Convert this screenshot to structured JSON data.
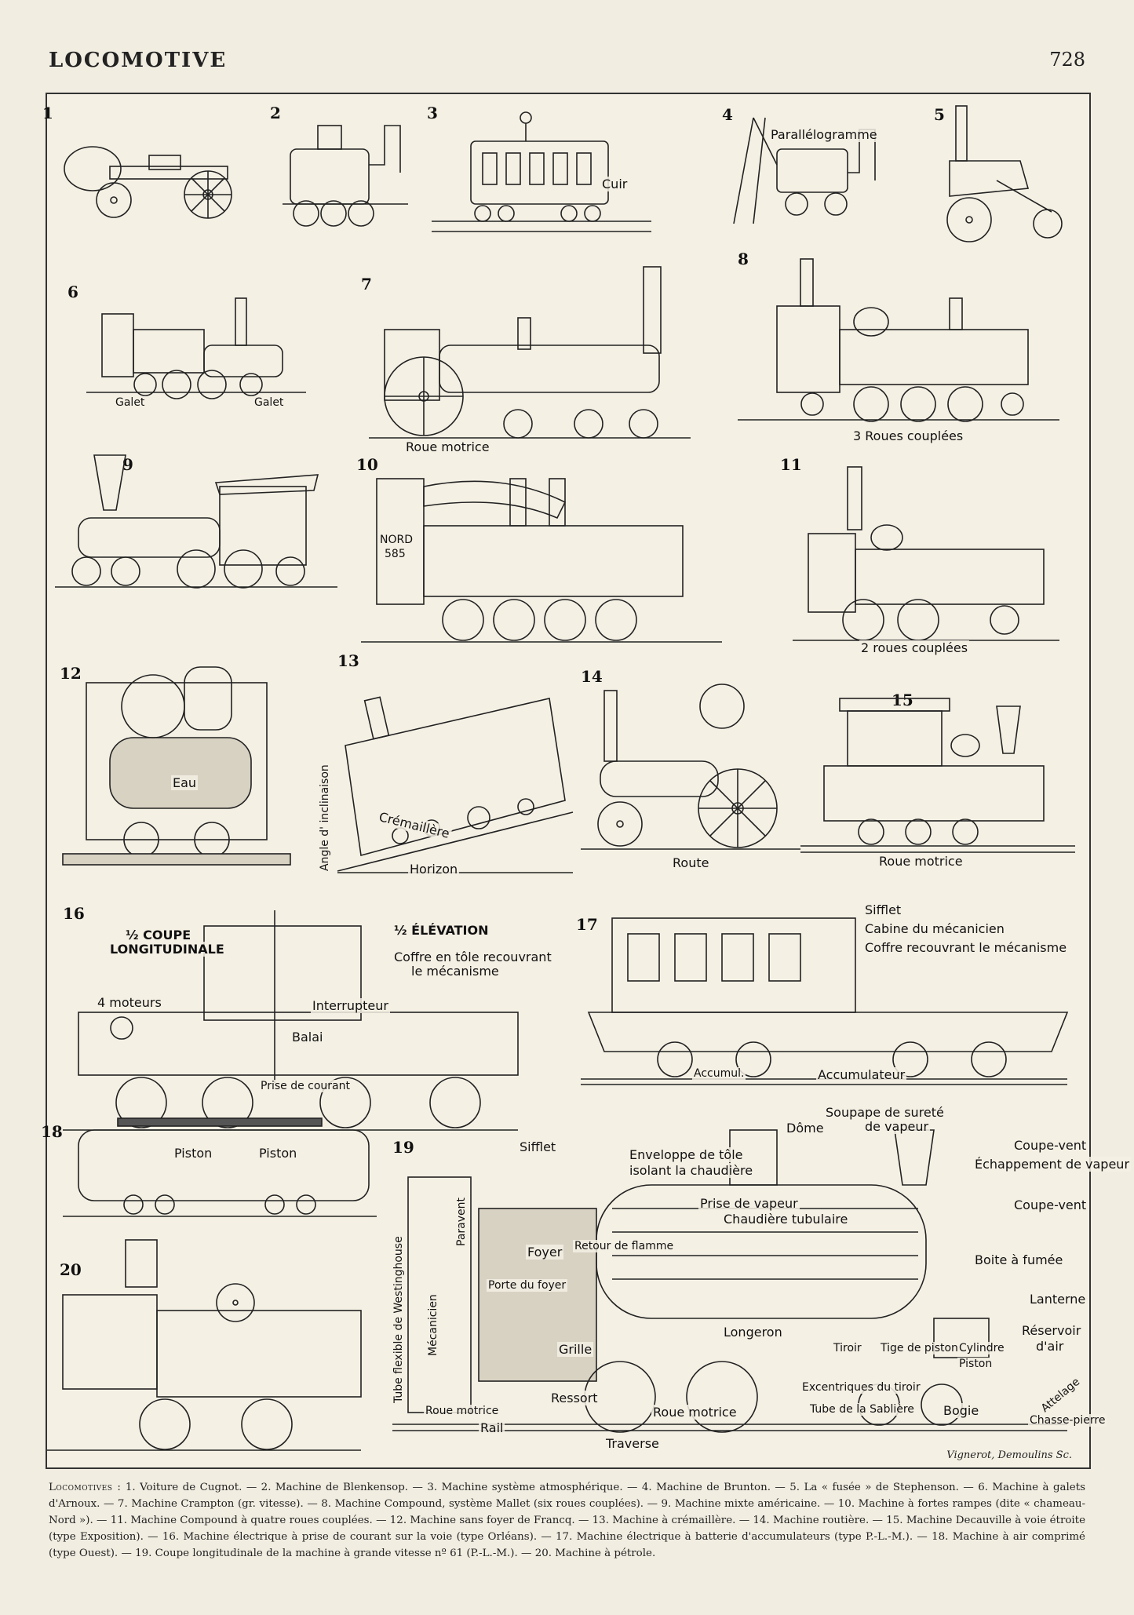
{
  "header": {
    "title": "LOCOMOTIVE",
    "page_number": "728"
  },
  "figures": {
    "f1": {
      "num": "1"
    },
    "f2": {
      "num": "2"
    },
    "f3": {
      "num": "3",
      "labels": [
        "Cuir"
      ]
    },
    "f4": {
      "num": "4",
      "labels": [
        "Parallélogramme"
      ]
    },
    "f5": {
      "num": "5"
    },
    "f6": {
      "num": "6",
      "labels": [
        "Galet",
        "Galet"
      ]
    },
    "f7": {
      "num": "7",
      "labels": [
        "Roue motrice"
      ]
    },
    "f8": {
      "num": "8",
      "labels": [
        "3 Roues couplées"
      ]
    },
    "f9": {
      "num": "9"
    },
    "f10": {
      "num": "10",
      "labels": [
        "NORD",
        "585"
      ]
    },
    "f11": {
      "num": "11",
      "labels": [
        "2 roues couplées"
      ]
    },
    "f12": {
      "num": "12",
      "labels": [
        "Eau"
      ]
    },
    "f13": {
      "num": "13",
      "labels": [
        "Angle d' inclinaison",
        "Crémaillère",
        "Horizon"
      ]
    },
    "f14": {
      "num": "14",
      "labels": [
        "Route"
      ]
    },
    "f15": {
      "num": "15",
      "labels": [
        "Roue motrice"
      ]
    },
    "f16": {
      "num": "16",
      "labels": [
        "½ COUPE",
        "LONGITUDINALE",
        "½ ÉLÉVATION",
        "Coffre en tôle recouvrant",
        "le mécanisme",
        "4 moteurs",
        "Interrupteur",
        "Balai",
        "Prise de courant"
      ]
    },
    "f17": {
      "num": "17",
      "labels": [
        "Sifflet",
        "Cabine du mécanicien",
        "Coffre recouvrant le mécanisme",
        "Accumul.",
        "Accumulateur"
      ]
    },
    "f18": {
      "num": "18",
      "labels": [
        "Piston",
        "Piston"
      ]
    },
    "f19": {
      "num": "19",
      "labels": [
        "Soupape de sureté",
        "de vapeur",
        "Dôme",
        "Sifflet",
        "Enveloppe de tôle",
        "isolant la chaudière",
        "Coupe-vent",
        "Échappement de vapeur",
        "Prise de vapeur",
        "Chaudière tubulaire",
        "Coupe-vent",
        "Tube flexible de Westinghouse",
        "Paravent",
        "Mécanicien",
        "Foyer",
        "Porte du foyer",
        "Retour de flamme",
        "Boite à fumée",
        "Lanterne",
        "Réservoir",
        "d'air",
        "Longeron",
        "Grille",
        "Tiroir",
        "Tige de piston",
        "Cylindre",
        "Piston",
        "Roue motrice",
        "Ressort",
        "Excentriques du tiroir",
        "Tube de la Sablière",
        "Roue motrice",
        "Bogie",
        "Attelage",
        "Chasse-pierre",
        "Rail",
        "Traverse"
      ]
    },
    "f20": {
      "num": "20"
    }
  },
  "signature": "Vignerot, Demoulins Sc.",
  "caption": {
    "lead": "Locomotives :",
    "text": "1. Voiture de Cugnot. — 2. Machine de Blenkensop. — 3. Machine système atmosphérique. — 4. Machine de Brunton. — 5. La « fusée » de Stephenson. — 6. Machine à galets d'Arnoux. — 7. Machine Crampton (gr. vitesse). — 8. Machine Compound, système Mallet (six roues couplées). — 9. Machine mixte américaine. — 10. Machine à fortes rampes (dite « chameau-Nord »). — 11. Machine Compound à quatre roues couplées. — 12. Machine sans foyer de Francq. — 13. Machine à crémaillère. — 14. Machine routière. — 15. Machine Decauville à voie étroite (type Exposition). — 16. Machine électrique à prise de courant sur la voie (type Orléans). — 17. Machine électrique à batterie d'accumulateurs (type P.-L.-M.). — 18. Machine à air comprimé (type Ouest). — 19. Coupe longitudinale de la machine à grande vitesse nº 61 (P.-L.-M.). — 20. Machine à pétrole."
  }
}
